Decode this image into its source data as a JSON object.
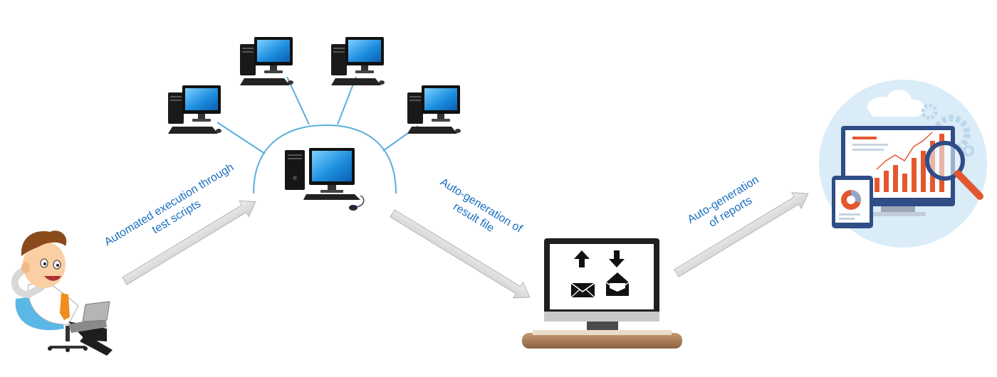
{
  "labels": {
    "execution_line1": "Automated execution through",
    "execution_line2": "test scripts",
    "result_line1": "Auto-generation of",
    "result_line2": "result file",
    "reports_line1": "Auto-generation",
    "reports_line2": "of reports"
  },
  "icons": {
    "person": "relaxed-person-with-laptop-icon",
    "server": "central-desktop-computer-icon",
    "clients": "desktop-computer-icon",
    "mail_monitor": "monitor-with-mail-icon",
    "reports": "analytics-report-icon"
  },
  "colors": {
    "label_text": "#1a6fc0",
    "connector": "#5aaedc",
    "arrow_fill": "#dcdcdc",
    "arrow_stroke": "#b5b5b5",
    "report_circle": "#d9ecf8",
    "bar_orange": "#e4572e"
  }
}
